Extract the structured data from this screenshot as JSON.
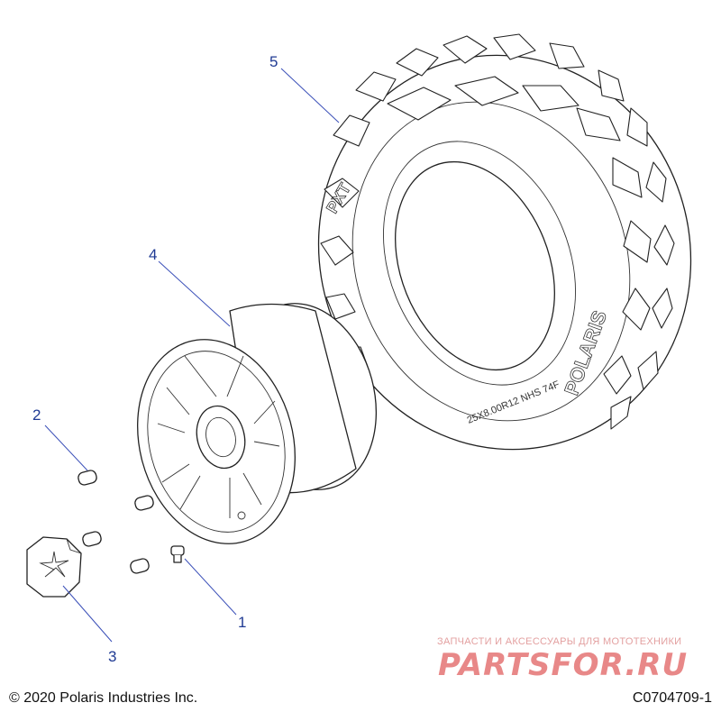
{
  "callouts": [
    {
      "id": "1",
      "label": "1"
    },
    {
      "id": "2",
      "label": "2"
    },
    {
      "id": "3",
      "label": "3"
    },
    {
      "id": "4",
      "label": "4"
    },
    {
      "id": "5",
      "label": "5"
    }
  ],
  "tire_sidewall": {
    "brand": "POLARIS",
    "model": "PXT",
    "size": "25X8.00R12 NHS 74F"
  },
  "footer": {
    "copyright": "© 2020 Polaris Industries Inc.",
    "drawing_id": "C0704709-1"
  },
  "watermark": {
    "tagline": "ЗАПЧАСТИ И АКСЕССУАРЫ ДЛЯ МОТОТЕХНИКИ",
    "brand": "PARTSFOR.RU",
    "color": "#e88888"
  },
  "colors": {
    "callout_text": "#1f3a93",
    "leader_line": "#3a4fb8",
    "outline": "#222222"
  }
}
